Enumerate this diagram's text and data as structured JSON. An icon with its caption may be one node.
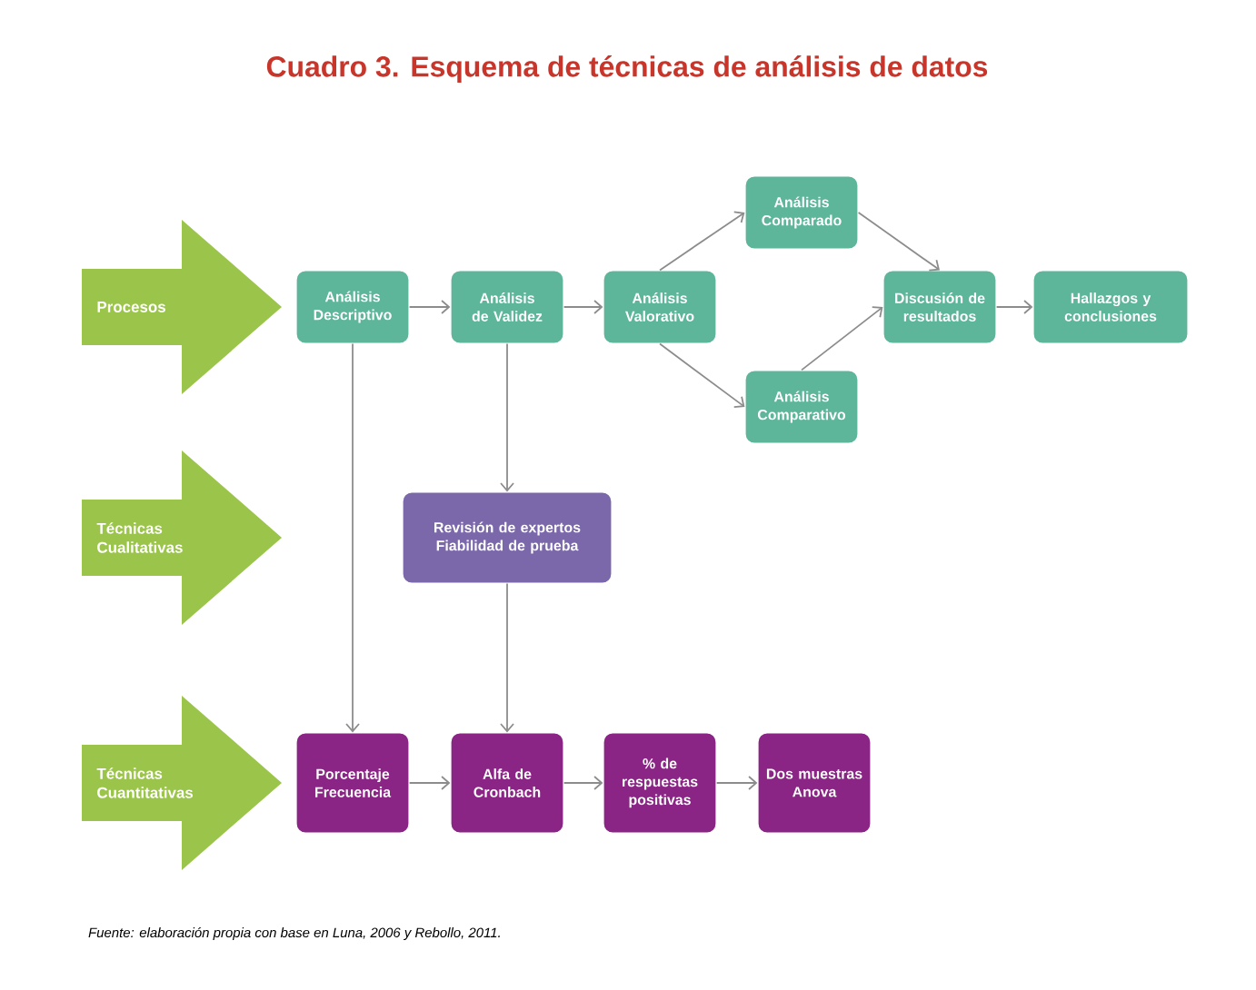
{
  "diagram": {
    "title": "Cuadro 3. Esquema de técnicas de análisis de datos",
    "caption": "Fuente: elaboración propia con base en Luna, 2006 y Rebollo, 2011.",
    "nodes": [
      {
        "text": [
          "Procesos"
        ]
      },
      {
        "text": [
          "Técnicas Cualitativas"
        ]
      },
      {
        "text": [
          "Técnicas Cuantitativas"
        ]
      },
      {
        "text": [
          "Análisis Descriptivo"
        ]
      },
      {
        "text": [
          "Análisis de Validez"
        ]
      },
      {
        "text": [
          "Análisis Valorativo"
        ]
      },
      {
        "text": [
          "Análisis Comparado"
        ]
      },
      {
        "text": [
          "Análisis Comparativo"
        ]
      },
      {
        "text": [
          "Discusión de resultados"
        ]
      },
      {
        "text": [
          "Hallazgos y conclusiones"
        ]
      },
      {
        "text": [
          "Revisión de expertos Fiabilidad de prueba"
        ]
      },
      {
        "text": [
          "Porcentaje Frecuencia"
        ]
      },
      {
        "text": [
          "Alfa de Cronbach"
        ]
      },
      {
        "text": [
          "% de respuestas positivas"
        ]
      },
      {
        "text": [
          "Dos muestras Anova"
        ]
      }
    ],
    "edges": [
      {
        "from": 3,
        "to": 4,
        "arrow": "to"
      },
      {
        "from": 4,
        "to": 5,
        "arrow": "to"
      },
      {
        "from": 5,
        "to": 6,
        "arrow": "to"
      },
      {
        "from": 5,
        "to": 7,
        "arrow": "to"
      },
      {
        "from": 6,
        "to": 8,
        "arrow": "to"
      },
      {
        "from": 7,
        "to": 8,
        "arrow": "to"
      },
      {
        "from": 8,
        "to": 9,
        "arrow": "to"
      },
      {
        "from": 3,
        "to": 11,
        "arrow": "to"
      },
      {
        "from": 4,
        "to": 10,
        "arrow": "to"
      },
      {
        "from": 10,
        "to": 12,
        "arrow": "to"
      },
      {
        "from": 11,
        "to": 12,
        "arrow": "to"
      },
      {
        "from": 12,
        "to": 13,
        "arrow": "to"
      },
      {
        "from": 13,
        "to": 14,
        "arrow": "to"
      }
    ]
  }
}
